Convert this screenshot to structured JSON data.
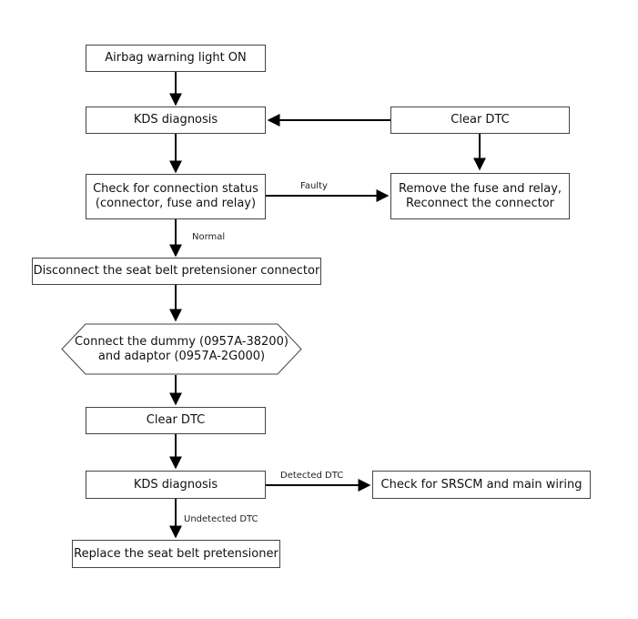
{
  "steps": {
    "airbag_light": "Airbag warning light ON",
    "kds_diagnosis_1": "KDS diagnosis",
    "clear_dtc_right": "Clear DTC",
    "check_connection_line1": "Check for connection status",
    "check_connection_line2": "(connector, fuse and relay)",
    "remove_fuse_line1": "Remove the fuse and relay,",
    "remove_fuse_line2": "Reconnect the connector",
    "disconnect_pretensioner": "Disconnect the seat belt pretensioner connector",
    "connect_dummy_line1": "Connect the dummy (0957A-38200)",
    "connect_dummy_line2": "and adaptor (0957A-2G000)",
    "clear_dtc_2": "Clear DTC",
    "kds_diagnosis_2": "KDS diagnosis",
    "check_srscm": "Check for SRSCM and main wiring",
    "replace_pretensioner": "Replace the seat belt pretensioner"
  },
  "labels": {
    "faulty": "Faulty",
    "normal": "Normal",
    "detected_dtc": "Detected DTC",
    "undetected_dtc": "Undetected DTC"
  }
}
